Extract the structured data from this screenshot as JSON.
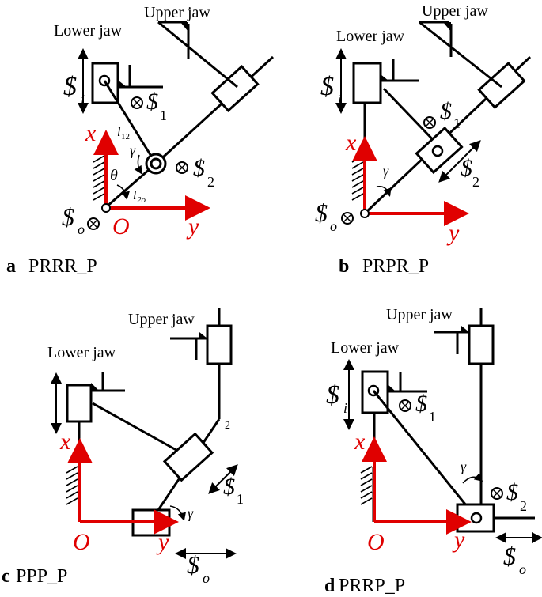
{
  "labels": {
    "upper_jaw": "Upper jaw",
    "lower_jaw": "Lower jaw",
    "x": "x",
    "y": "y",
    "O": "O",
    "screw": "$",
    "sub_i": "i",
    "sub_o": "o",
    "sub_1": "1",
    "sub_2": "2",
    "theta": "θ",
    "gamma": "γ",
    "l12": "l",
    "l12_sub": "12",
    "l2o": "l",
    "l2o_sub": "2o",
    "joint2": "2"
  },
  "panels": [
    {
      "letter": "a",
      "name": "PRRR_P"
    },
    {
      "letter": "b",
      "name": "PRPR_P"
    },
    {
      "letter": "c",
      "name": "PPP_P"
    },
    {
      "letter": "d",
      "name": "PRRP_P"
    }
  ],
  "colors": {
    "axis": "#e00000",
    "ink": "#000000",
    "background": "#ffffff"
  }
}
